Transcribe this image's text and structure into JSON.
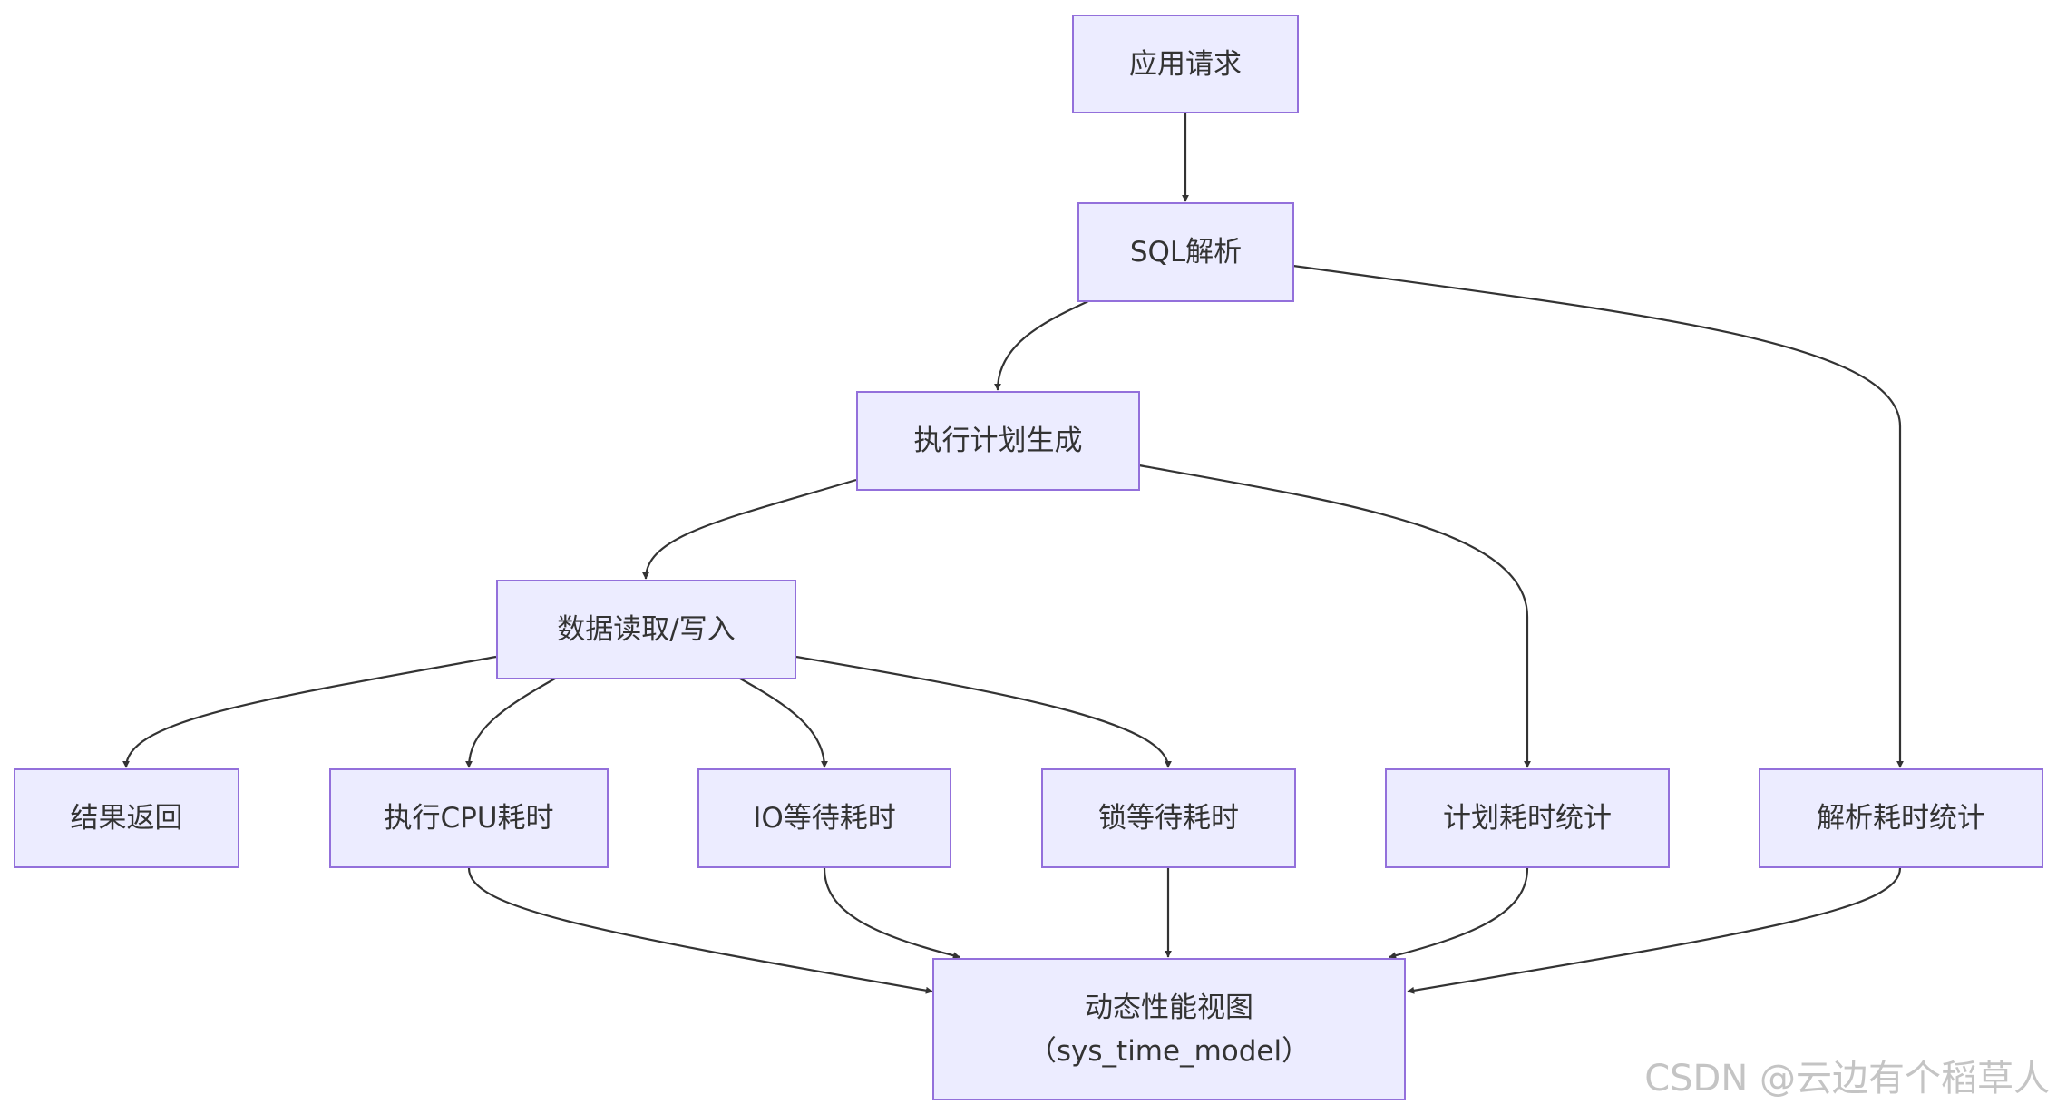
{
  "nodes": {
    "app_request": "应用请求",
    "sql_parse": "SQL解析",
    "plan_gen": "执行计划生成",
    "data_rw": "数据读取/写入",
    "result_return": "结果返回",
    "cpu_time": "执行CPU耗时",
    "io_wait": "IO等待耗时",
    "lock_wait": "锁等待耗时",
    "plan_time_stat": "计划耗时统计",
    "parse_time_stat": "解析耗时统计",
    "dyn_view_line1": "动态性能视图",
    "dyn_view_line2": "（sys_time_model）"
  },
  "edges": [
    {
      "from": "app_request",
      "to": "sql_parse"
    },
    {
      "from": "sql_parse",
      "to": "plan_gen"
    },
    {
      "from": "sql_parse",
      "to": "parse_time_stat"
    },
    {
      "from": "plan_gen",
      "to": "data_rw"
    },
    {
      "from": "plan_gen",
      "to": "plan_time_stat"
    },
    {
      "from": "data_rw",
      "to": "result_return"
    },
    {
      "from": "data_rw",
      "to": "cpu_time"
    },
    {
      "from": "data_rw",
      "to": "io_wait"
    },
    {
      "from": "data_rw",
      "to": "lock_wait"
    },
    {
      "from": "cpu_time",
      "to": "dyn_view"
    },
    {
      "from": "io_wait",
      "to": "dyn_view"
    },
    {
      "from": "lock_wait",
      "to": "dyn_view"
    },
    {
      "from": "plan_time_stat",
      "to": "dyn_view"
    },
    {
      "from": "parse_time_stat",
      "to": "dyn_view"
    }
  ],
  "colors": {
    "node_fill": "#ececff",
    "node_border": "#9370db",
    "edge": "#333333",
    "watermark": "#c4c4c4"
  },
  "watermark": "CSDN @云边有个稻草人"
}
